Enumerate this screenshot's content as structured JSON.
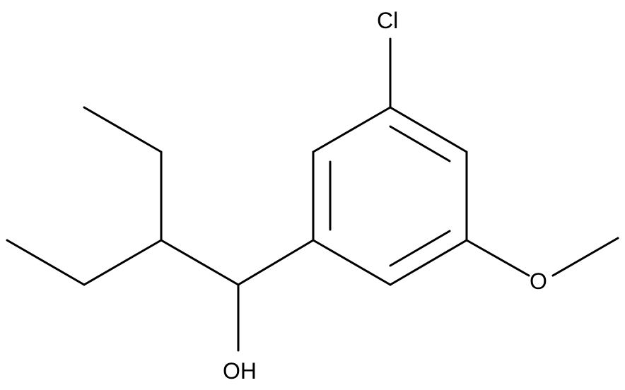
{
  "structure": {
    "atoms": {
      "chlorine": "Cl",
      "methoxy_oxygen": "O",
      "hydroxyl": "OH"
    },
    "colors": {
      "bond": "#000000",
      "label": "#000000",
      "background": "#ffffff"
    }
  }
}
